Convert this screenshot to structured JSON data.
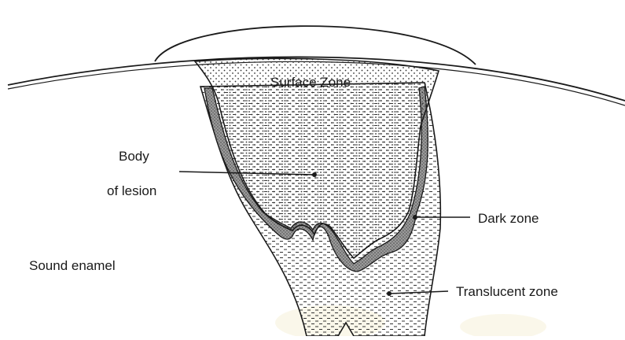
{
  "labels": {
    "surface_zone": "Surface Zone",
    "body_line1": "Body",
    "body_line2": "of lesion",
    "dark_zone": "Dark zone",
    "sound_enamel": "Sound enamel",
    "translucent_zone": "Translucent zone"
  },
  "colors": {
    "ink": "#1a1a1a",
    "background": "#ffffff",
    "dark_zone_fill": "#8a8a8a",
    "watermark": "#f2e7c4"
  }
}
